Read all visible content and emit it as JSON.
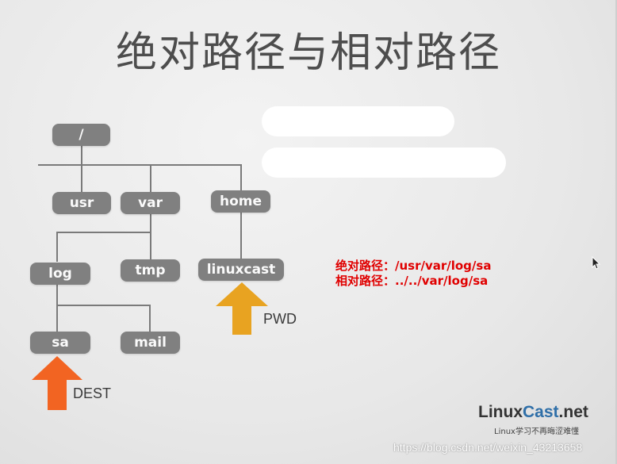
{
  "title": "绝对路径与相对路径",
  "tree": {
    "root": "/",
    "usr": "usr",
    "var": "var",
    "home": "home",
    "log": "log",
    "tmp": "tmp",
    "linuxcast": "linuxcast",
    "sa": "sa",
    "mail": "mail"
  },
  "markers": {
    "pwd": "PWD",
    "dest": "DEST"
  },
  "notes": {
    "absolute": "绝对路径：/usr/var/log/sa",
    "relative": "相对路径：../../var/log/sa"
  },
  "brand": {
    "name_part1": "Linux",
    "name_part2": "Cast",
    "name_part3": ".net",
    "tagline": "Linux学习不再晦涩难懂"
  },
  "watermark": "https://blog.csdn.net/weixin_43213658",
  "colors": {
    "node": "#808080",
    "arrow_pwd": "#e8a321",
    "arrow_dest": "#f26422",
    "note": "#e00000"
  }
}
